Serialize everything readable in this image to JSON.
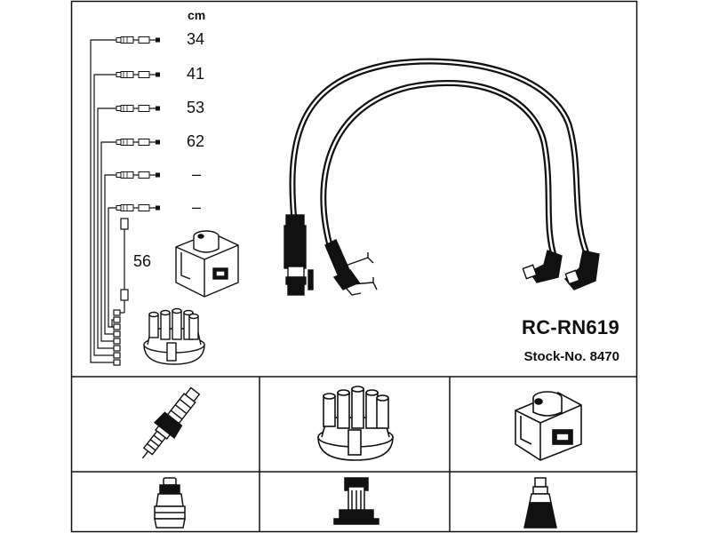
{
  "diagram": {
    "length_unit": "cm",
    "lengths": [
      "34",
      "41",
      "53",
      "62",
      "–",
      "–"
    ],
    "coil_lead_length": "56",
    "part_number": "RC-RN619",
    "stock_number": "Stock-No. 8470",
    "parts": [
      "spark-plug",
      "distributor-cap",
      "ignition-coil"
    ],
    "line_color": "#111111",
    "background_color": "#ffffff"
  }
}
